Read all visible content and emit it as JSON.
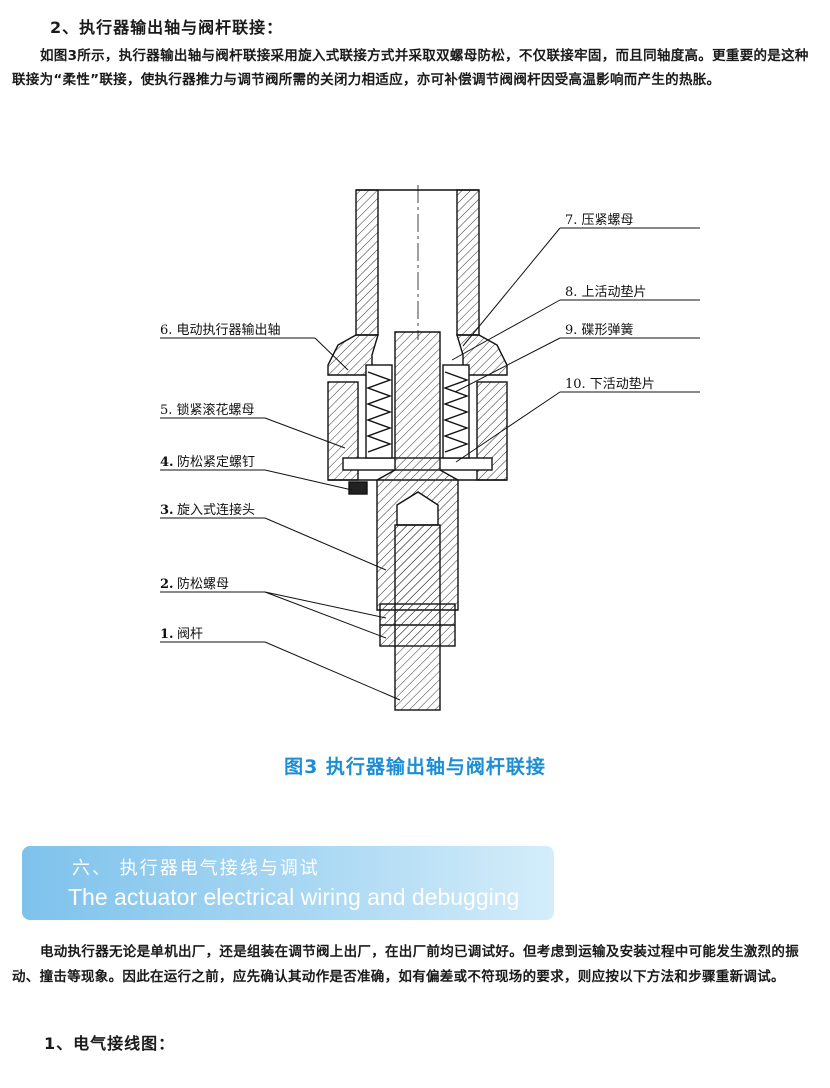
{
  "section2": {
    "heading": "2、执行器输出轴与阀杆联接：",
    "paragraph": "如图3所示，执行器输出轴与阀杆联接采用旋入式联接方式并采取双螺母防松，不仅联接牢固，而且同轴度高。更重要的是这种联接为“柔性”联接，使执行器推力与调节阀所需的关闭力相适应，亦可补偿调节阀阀杆因受高温影响而产生的热胀。"
  },
  "figure": {
    "labels": {
      "l7": "7. 压紧螺母",
      "l8": "8. 上活动垫片",
      "l6": "6. 电动执行器输出轴",
      "l9": "9. 碟形弹簧",
      "l10": "10. 下活动垫片",
      "l5": "5. 锁紧滚花螺母",
      "l4": "防松紧定螺钉",
      "l4n": "4.",
      "l3": "旋入式连接头",
      "l3n": "3.",
      "l2": "防松螺母",
      "l2n": "2.",
      "l1": "阀杆",
      "l1n": "1."
    },
    "caption": "图3  执行器输出轴与阀杆联接"
  },
  "section6": {
    "title_cn": "六、 执行器电气接线与调试",
    "title_en": "The actuator electrical wiring and debugging",
    "paragraph": "电动执行器无论是单机出厂，还是组装在调节阀上出厂，在出厂前均已调试好。但考虑到运输及安装过程中可能发生激烈的振动、撞击等现象。因此在运行之前，应先确认其动作是否准确，如有偏差或不符现场的要求，则应按以下方法和步骤重新调试。",
    "sub_heading": "1、电气接线图："
  },
  "colors": {
    "caption": "#1d8ed3",
    "banner": "#8fcbef"
  }
}
